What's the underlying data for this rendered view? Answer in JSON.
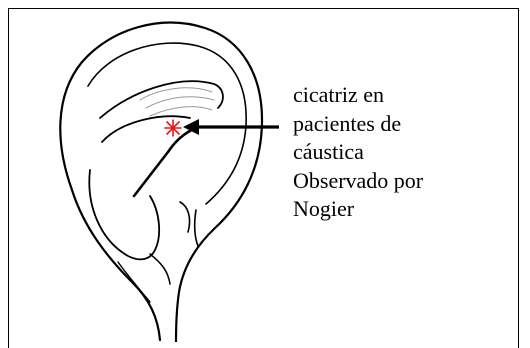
{
  "annotation": {
    "lines": [
      "cicatriz en",
      "pacientes de",
      "cáustica",
      "Observado por",
      "Nogier"
    ]
  },
  "colors": {
    "ink": "#000000",
    "marker": "#e8141c",
    "shading": "#9a9a9a"
  }
}
